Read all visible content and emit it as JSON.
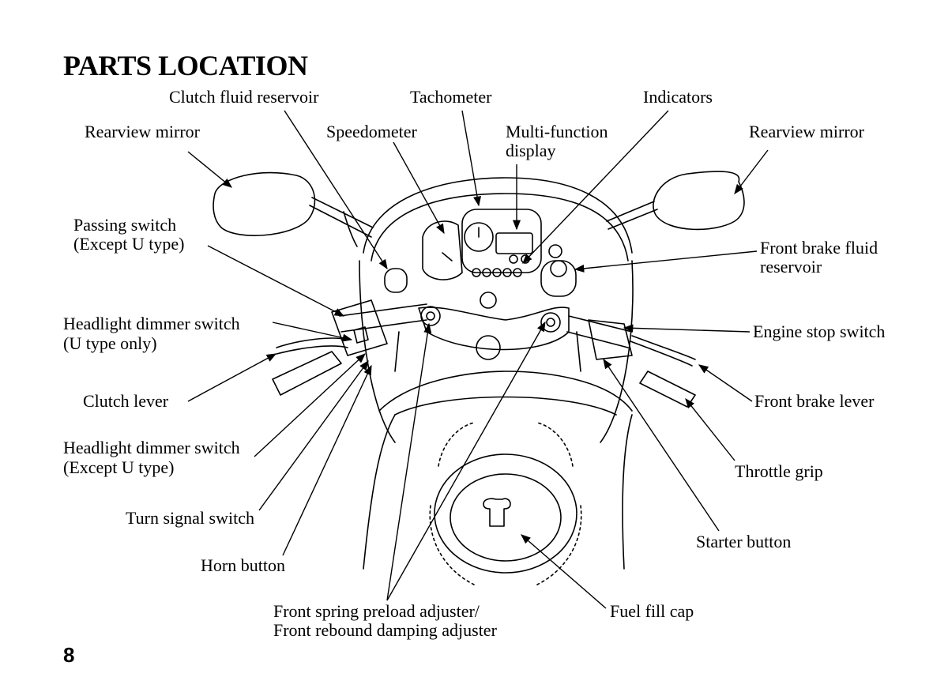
{
  "title": "PARTS LOCATION",
  "page_number": "8",
  "labels": {
    "clutch_fluid_reservoir": "Clutch fluid reservoir",
    "tachometer": "Tachometer",
    "indicators": "Indicators",
    "rearview_mirror_left": "Rearview mirror",
    "speedometer": "Speedometer",
    "multi_function_display_1": "Multi-function",
    "multi_function_display_2": "display",
    "rearview_mirror_right": "Rearview mirror",
    "passing_switch_1": "Passing switch",
    "passing_switch_2": "(Except U type)",
    "front_brake_fluid_reservoir_1": "Front brake fluid",
    "front_brake_fluid_reservoir_2": "reservoir",
    "headlight_dimmer_u_1": "Headlight dimmer switch",
    "headlight_dimmer_u_2": "(U type only)",
    "engine_stop_switch": "Engine stop switch",
    "clutch_lever": "Clutch lever",
    "front_brake_lever": "Front brake lever",
    "headlight_dimmer_except_u_1": "Headlight dimmer switch",
    "headlight_dimmer_except_u_2": "(Except U type)",
    "throttle_grip": "Throttle grip",
    "turn_signal_switch": "Turn signal switch",
    "starter_button": "Starter button",
    "horn_button": "Horn button",
    "front_spring_preload_1": "Front spring preload adjuster/",
    "front_spring_preload_2": "Front rebound damping adjuster",
    "fuel_fill_cap": "Fuel fill cap"
  }
}
